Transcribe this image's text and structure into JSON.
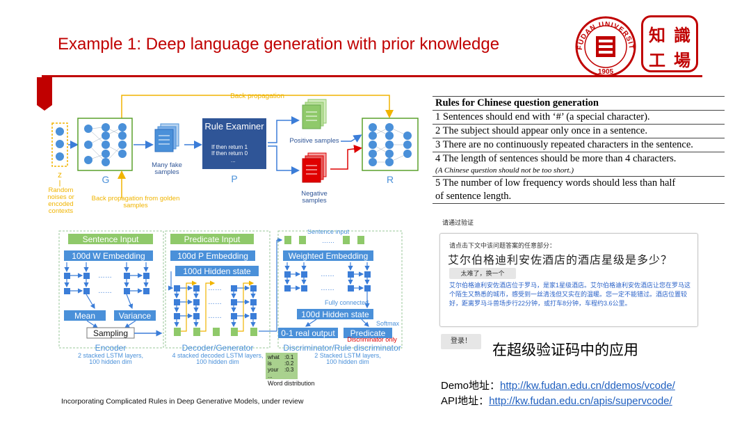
{
  "slide": {
    "title": "Example 1: Deep language generation with prior knowledge",
    "footer": "Incorporating Complicated Rules in Deep Generative Models, under review"
  },
  "logo": {
    "university_name": "FUDAN UNIVERSITY",
    "year": "1905",
    "chars": [
      "知",
      "識",
      "工",
      "場"
    ]
  },
  "pipeline": {
    "back_prop_top": "Back propagation",
    "back_prop_bottom": "Back propagation from golden samples",
    "z_label": "z",
    "z_desc": "Random noises or encoded contexts",
    "g_label": "G",
    "fake_samples": "Many fake samples",
    "rule_examiner_title": "Rule Examiner",
    "rule_examiner_lines": [
      "If    then return 1",
      "If    then return 0",
      "..."
    ],
    "p_label": "P",
    "positive": "Positive samples",
    "negative": "Negative samples",
    "r_label": "R"
  },
  "encoder": {
    "input": "Sentence Input",
    "embedding": "100d W Embedding",
    "mean": "Mean",
    "variance": "Variance",
    "sampling": "Sampling",
    "title": "Encoder",
    "desc1": "2 stacked LSTM layers,",
    "desc2": "100 hidden dim"
  },
  "decoder": {
    "input": "Predicate Input",
    "embedding": "100d P Embedding",
    "hidden": "100d Hidden state",
    "title": "Decoder/Generator",
    "desc1": "4 stacked decoded LSTM layers,",
    "desc2": "100 hidden dim"
  },
  "discriminator": {
    "input": "Sentence input",
    "embedding": "Weighted Embedding",
    "fully_connected": "Fully connected",
    "hidden": "100d Hidden state",
    "softmax": "Softmax",
    "real_output": "0-1 real output",
    "predicate": "Predicate",
    "disc_only": "Discriminator only",
    "title": "Discriminator/Rule discriminator",
    "desc1": "2 Stacked LSTM layers,",
    "desc2": "100 hidden dim",
    "word_dist_title": "Word distribution",
    "word_dist": [
      {
        "word": "what",
        "p": ":0.1"
      },
      {
        "word": "is",
        "p": ":0.2"
      },
      {
        "word": "your",
        "p": ":0.3"
      },
      {
        "word": "...",
        "p": ""
      }
    ]
  },
  "rules_table": {
    "header": "Rules for Chinese question generation",
    "rows": [
      "1 Sentences should end with ‘#’ (a special character).",
      "2 The subject should appear only once in a sentence.",
      "3 There are no continuously repeated characters in the sentence.",
      "4 The length of sentences should be more than 4 characters."
    ],
    "note": "(A Chinese question should not be too short.)",
    "row5_line1": "5 The number of low frequency words should less than half",
    "row5_line2": "of sentence length."
  },
  "captcha": {
    "label": "请通过验证",
    "prompt": "请点击下文中该问题答案的任意部分：",
    "question": "艾尔伯格迪利安佐酒店的酒店星级是多少？",
    "refresh_button": "太难了，换一个",
    "passage": "艾尔伯格迪利安佐酒店位于罗马，是家1星级酒店。艾尔伯格迪利安佐酒店让您在罗马这个陌生又熟悉的城市，感受到一丝清浅但又实在的温暖。您一定不能错过。酒店位置较好，距离罗马斗兽场步行22分钟，或打车8分钟，车程约3.6公里。",
    "login_button": "登录！",
    "application_text": "在超级验证码中的应用"
  },
  "links": {
    "demo_label": "Demo地址：",
    "demo_url": "http://kw.fudan.edu.cn/ddemos/vcode/",
    "api_label": "API地址：",
    "api_url": "http://kw.fudan.edu.cn/apis/supervcode/"
  },
  "colors": {
    "accent_red": "#c00000",
    "node_blue": "#4a90d9",
    "green_box": "#8fc96a",
    "dark_blue": "#2f5597",
    "orange": "#f0b400",
    "link_blue": "#1f5fbf"
  }
}
